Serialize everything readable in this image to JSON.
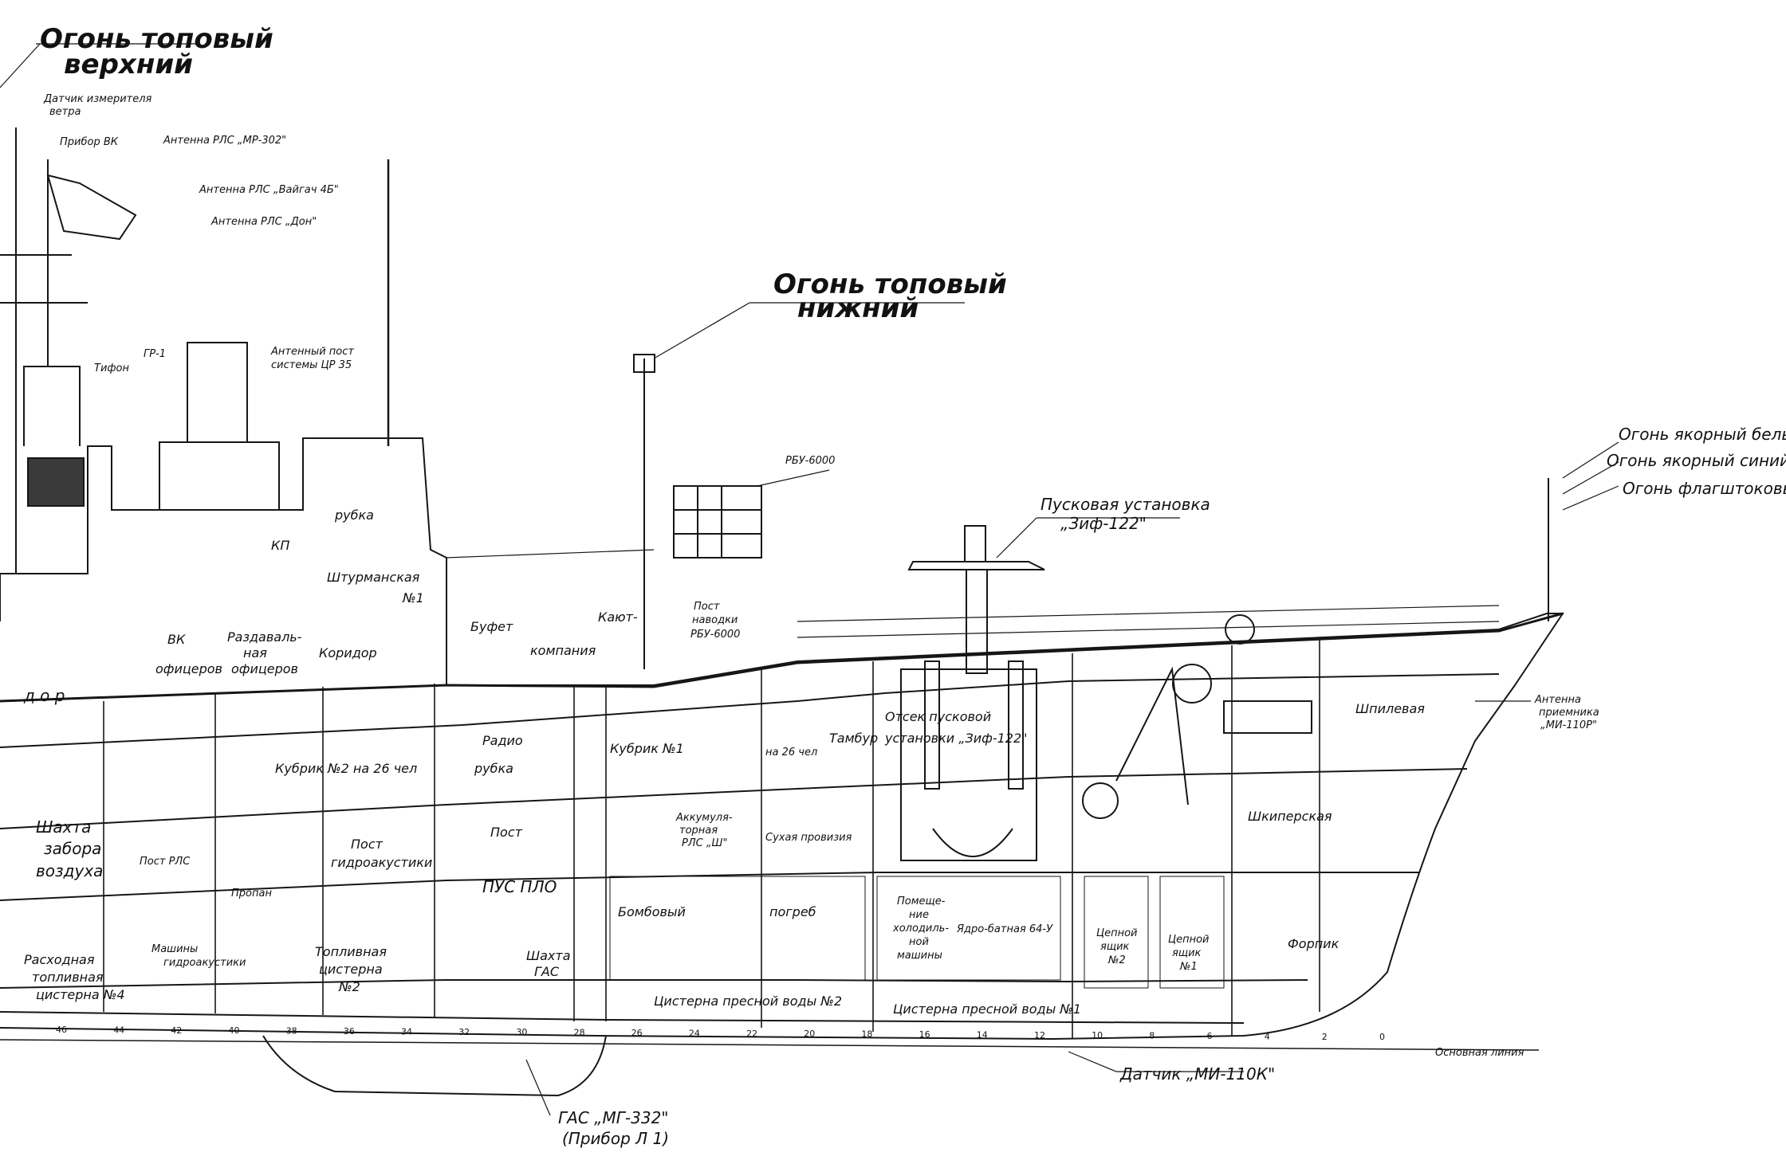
{
  "title_labels": {
    "mast_light_upper_1": "Огонь топовый",
    "mast_light_upper_2": "верхний",
    "mast_light_lower_1": "Огонь топовый",
    "mast_light_lower_2": "нижний"
  },
  "callouts": {
    "wind_sensor_1": "Датчик измерителя",
    "wind_sensor_2": "ветра",
    "device_vk": "Прибор ВК",
    "antenna_mr302": "Антенна РЛС „МР-302\"",
    "antenna_vaigach": "Антенна РЛС „Вайгач 4Б\"",
    "antenna_don": "Антенна РЛС „Дон\"",
    "gp1": "ГР-1",
    "tifon": "Тифон",
    "antenna_post_1": "Антенный пост",
    "antenna_post_2": "системы ЦР 35",
    "rbu": "РБУ-6000",
    "launcher_1": "Пусковая установка",
    "launcher_2": "„Зиф-122\"",
    "anchor_white": "Огонь якорный белый",
    "anchor_blue": "Огонь якорный синий",
    "flag_light": "Огонь флагштоковый",
    "antenna_receiver_1": "Антенна",
    "antenna_receiver_2": "приемника",
    "antenna_receiver_3": "„МИ-110Р\"",
    "sensor_mi110k": "Датчик „МИ-110К\"",
    "baseline": "Основная линия",
    "gas_1": "ГАС „МГ-332\"",
    "gas_2": "(Прибор Л 1)"
  },
  "rooms": {
    "vk_officers_1": "ВК",
    "vk_officers_2": "офицеров",
    "dispense_1": "Раздаваль-",
    "dispense_2": "ная",
    "dispense_3": "офицеров",
    "corridor_1": "Коридор",
    "corridor_2": "д о р",
    "wheelhouse": "рубка",
    "navigation": "Штурманская",
    "nav_no": "№1",
    "kp": "КП",
    "buffet": "Буфет",
    "company": "компания",
    "canteen": "Кают-",
    "rbu_post_1": "Пост",
    "rbu_post_2": "наводки",
    "rbu_post_3": "РБУ-6000",
    "cubicle2": "Кубрик №2 на 26 чел",
    "radio_1": "Радио",
    "radio_2": "рубка",
    "cubicle1": "Кубрик №1",
    "cubicle1_cap": "на 26 чел",
    "tambour": "Тамбур",
    "launcher_bay_1": "Отсек пусковой",
    "launcher_bay_2": "установки „Зиф-122\"",
    "shipil": "Шпилевая",
    "shkiper": "Шкиперская",
    "shaft_1": "Шахта",
    "shaft_2": "забора",
    "shaft_3": "воздуха",
    "post_gas_1": "Пост",
    "post_gas_2": "гидроакустики",
    "pus_plo_1": "Пост",
    "pus_plo_2": "ПУС ПЛО",
    "accum_1": "Аккумуля-",
    "accum_2": "торная",
    "accum_3": "РЛС „Ш\"",
    "sukh": "Сухая провизия",
    "fuel_tank_1": "Топливная",
    "fuel_tank_2": "цистерна",
    "fuel_tank_3": "№2",
    "fuel_supply_1": "Расходная",
    "fuel_supply_2": "топливная",
    "fuel_supply_3": "цистерна №4",
    "gas_shaft_1": "Шахта",
    "gas_shaft_2": "ГАС",
    "ammo_1": "Бомбовый",
    "ammo_2": "погреб",
    "cold_1": "Помеще-",
    "cold_2": "ние",
    "cold_3": "холодиль-",
    "cold_4": "ной",
    "cold_5": "машины",
    "ammo_rbu": "Ядро-батная 64-У",
    "chain_2_1": "Цепной",
    "chain_2_2": "ящик",
    "chain_2_3": "№2",
    "chain_1_1": "Цепной",
    "chain_1_2": "ящик",
    "chain_1_3": "№1",
    "forepeak": "Форпик",
    "water_tank_2": "Цистерна пресной воды №2",
    "water_tank_1": "Цистерна пресной воды №1",
    "machines": "Машины",
    "hydro": "гидроакустики",
    "post_rls": "Пост РЛС",
    "propan": "Пропан"
  },
  "frame_numbers": [
    "46",
    "44",
    "42",
    "40",
    "38",
    "36",
    "34",
    "32",
    "30",
    "28",
    "26",
    "24",
    "22",
    "20",
    "18",
    "16",
    "14",
    "12",
    "10",
    "8",
    "6",
    "4",
    "2",
    "0"
  ],
  "colors": {
    "ink": "#161616",
    "paper": "#ffffff"
  }
}
